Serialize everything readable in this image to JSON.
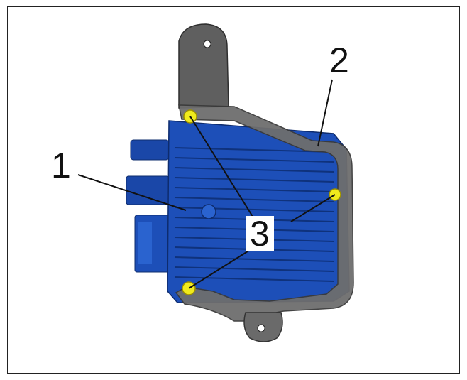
{
  "callouts": [
    {
      "label": "1",
      "target": "control-module"
    },
    {
      "label": "2",
      "target": "mounting-bracket"
    },
    {
      "label": "3",
      "target": "mounting-bolts"
    }
  ],
  "colors": {
    "module": "#1d4fb8",
    "module_dark": "#143a8e",
    "module_fins": "#2a63cf",
    "bracket": "#6e6e6e",
    "bracket_dark": "#454545",
    "bolt": "#f0ea1c",
    "frame": "#222222"
  }
}
